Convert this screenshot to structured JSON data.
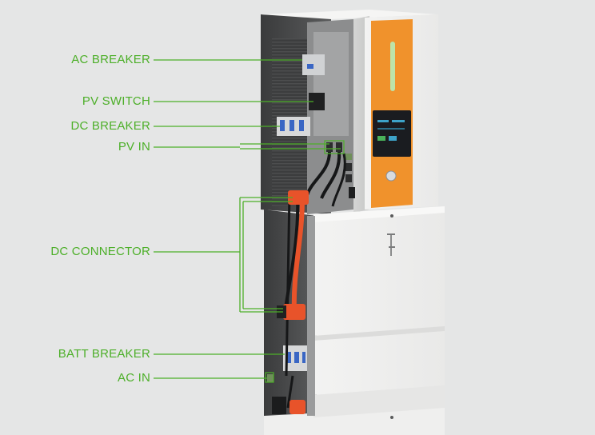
{
  "accent_color": "#4caf28",
  "device": {
    "inverter_accent": "#f0922c",
    "connector_color": "#e8532a",
    "display_screen": "#1a1c20",
    "status_light": "#bde3a8"
  },
  "callouts": [
    {
      "id": "ac-breaker",
      "label": "AC BREAKER"
    },
    {
      "id": "pv-switch",
      "label": "PV SWITCH"
    },
    {
      "id": "dc-breaker",
      "label": "DC BREAKER"
    },
    {
      "id": "pv-in",
      "label": "PV IN"
    },
    {
      "id": "dc-connector",
      "label": "DC CONNECTOR"
    },
    {
      "id": "batt-breaker",
      "label": "BATT BREAKER"
    },
    {
      "id": "ac-in",
      "label": "AC IN"
    }
  ]
}
